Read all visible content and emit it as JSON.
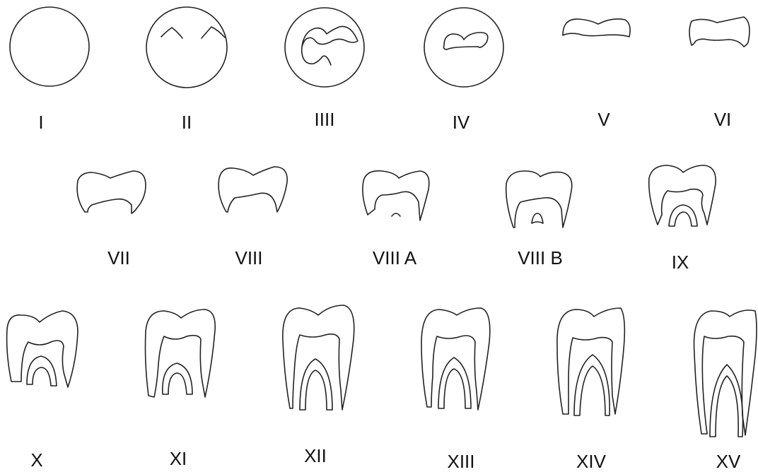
{
  "stages": [
    {
      "id": "s1",
      "label": "I"
    },
    {
      "id": "s2",
      "label": "II"
    },
    {
      "id": "s3",
      "label": "IIII"
    },
    {
      "id": "s4",
      "label": "IV"
    },
    {
      "id": "s5",
      "label": "V"
    },
    {
      "id": "s6",
      "label": "VI"
    },
    {
      "id": "s7",
      "label": "VII"
    },
    {
      "id": "s8",
      "label": "VIII"
    },
    {
      "id": "s8a",
      "label": "VIII A"
    },
    {
      "id": "s8b",
      "label": "VIII B"
    },
    {
      "id": "s9",
      "label": "IX"
    },
    {
      "id": "s10",
      "label": "X"
    },
    {
      "id": "s11",
      "label": "XI"
    },
    {
      "id": "s12",
      "label": "XII"
    },
    {
      "id": "s13",
      "label": "XIII"
    },
    {
      "id": "s14",
      "label": "XIV"
    },
    {
      "id": "s15",
      "label": "XV"
    }
  ]
}
